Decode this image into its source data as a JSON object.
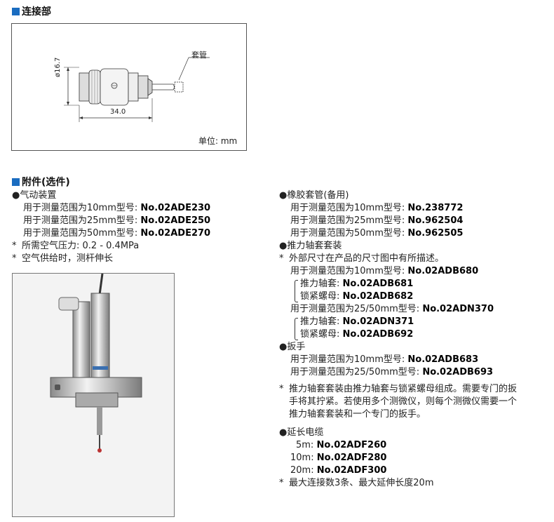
{
  "connect": {
    "title": "连接部",
    "dim_diameter": "ø16.7",
    "dim_length": "34.0",
    "label_sleeve": "套管",
    "unit": "单位: mm"
  },
  "accessories": {
    "title": "附件(选件)",
    "pneumatic": {
      "title": "●气动装置",
      "rows": [
        {
          "text": "用于测量范围为10mm型号: ",
          "code": "No.02ADE230"
        },
        {
          "text": "用于测量范围为25mm型号: ",
          "code": "No.02ADE250"
        },
        {
          "text": "用于测量范围为50mm型号: ",
          "code": "No.02ADE270"
        }
      ],
      "notes": [
        "所需空气压力: 0.2 - 0.4MPa",
        "空气供给时，测杆伸长"
      ]
    },
    "rubber": {
      "title": "●橡胶套管(备用)",
      "rows": [
        {
          "text": "用于测量范围为10mm型号: ",
          "code": "No.238772"
        },
        {
          "text": "用于测量范围为25mm型号: ",
          "code": "No.962504"
        },
        {
          "text": "用于测量范围为50mm型号: ",
          "code": "No.962505"
        }
      ]
    },
    "thrust": {
      "title": "●推力轴套套装",
      "note": "外部尺寸在产品的尺寸图中有所描述。",
      "row1": {
        "text": "用于测量范围为10mm型号: ",
        "code": "No.02ADB680"
      },
      "sub1": [
        {
          "text": "推力轴套: ",
          "code": "No.02ADB681"
        },
        {
          "text": "锁紧螺母: ",
          "code": "No.02ADB682"
        }
      ],
      "row2": {
        "text": "用于测量范围为25/50mm型号: ",
        "code": "No.02ADN370"
      },
      "sub2": [
        {
          "text": "推力轴套: ",
          "code": "No.02ADN371"
        },
        {
          "text": "锁紧螺母: ",
          "code": "No.02ADB692"
        }
      ]
    },
    "wrench": {
      "title": "●扳手",
      "rows": [
        {
          "text": "用于测量范围为10mm型号: ",
          "code": "No.02ADB683"
        },
        {
          "text": "用于测量范围为25/50mm型号: ",
          "code": "No.02ADB693"
        }
      ],
      "note": "推力轴套套装由推力轴套与锁紧螺母组成。需要专门的扳手将其拧紧。若使用多个测微仪，则每个测微仪需要一个推力轴套套装和一个专门的扳手。"
    },
    "cable": {
      "title": "●延长电缆",
      "rows": [
        {
          "text": "5m: ",
          "code": "No.02ADF260"
        },
        {
          "text": "10m: ",
          "code": "No.02ADF280"
        },
        {
          "text": "20m: ",
          "code": "No.02ADF300"
        }
      ],
      "note": "最大连接数3条、最大延伸长度20m"
    }
  }
}
